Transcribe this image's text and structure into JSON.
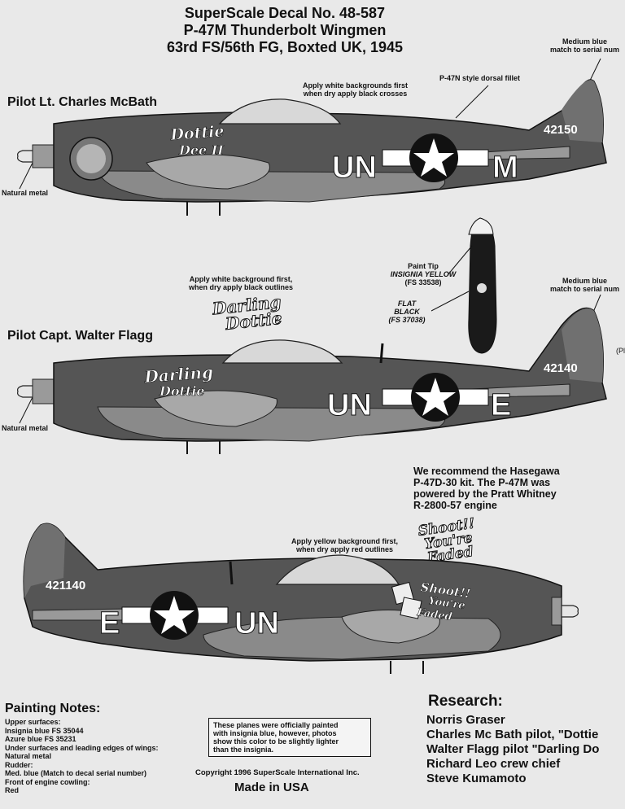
{
  "header": {
    "line1": "SuperScale Decal No. 48-587",
    "line2": "P-47M Thunderbolt   Wingmen",
    "line3": "63rd FS/56th FG, Boxted UK, 1945"
  },
  "profile1": {
    "pilot": "Pilot Lt. Charles McBath",
    "note_white": [
      "Apply white backgrounds first",
      "when dry apply black crosses"
    ],
    "note_fillet": "P-47N style dorsal fillet",
    "note_blue": [
      "Medium blue",
      "match to serial num"
    ],
    "note_metal": "Natural metal",
    "serial": "42150",
    "code": "UN",
    "letter": "M",
    "nose_art": [
      "Dottie",
      "Dee II"
    ]
  },
  "bomb": {
    "tip_note": [
      "Paint Tip",
      "INSIGNIA YELLOW",
      "(FS 33538)"
    ],
    "black_note": [
      "FLAT",
      "BLACK",
      "(FS 37038)"
    ]
  },
  "profile2": {
    "pilot": "Pilot Capt. Walter Flagg",
    "note_white": [
      "Apply white background first,",
      "when dry apply black outlines"
    ],
    "note_blue": [
      "Medium blue",
      "match to serial num"
    ],
    "note_metal": "Natural metal",
    "serial": "42140",
    "code": "UN",
    "letter": "E",
    "nose_art": [
      "Darling",
      "Dottie"
    ],
    "edge_text": "(Pl"
  },
  "recommend": [
    "We recommend the Hasegawa",
    "P-47D-30 kit. The P-47M was",
    "powered by the Pratt Whitney",
    "R-2800-57 engine"
  ],
  "profile3": {
    "note_yellow": [
      "Apply yellow background first,",
      "when dry apply red outlines"
    ],
    "serial": "421140",
    "code": "UN",
    "letter": "E",
    "nose_art": [
      "Shoot!!",
      "You're",
      "Faded"
    ]
  },
  "painting_notes": {
    "title": "Painting Notes:",
    "lines": [
      "Upper surfaces:",
      "Insignia blue  FS 35044",
      "Azure blue    FS 35231",
      "Under surfaces and leading edges of wings:",
      "Natural metal",
      "Rudder:",
      "Med. blue (Match to decal serial number)",
      "Front of engine cowling:",
      "Red"
    ]
  },
  "box_note": [
    "These planes were officially painted",
    "with insignia blue, however, photos",
    "show this color to be slightly lighter",
    "than the insignia."
  ],
  "copyright": "Copyright 1996 SuperScale International Inc.",
  "made_in": "Made in USA",
  "research": {
    "title": "Research:",
    "lines": [
      "Norris Graser",
      "Charles Mc Bath pilot, \"Dottie",
      "Walter Flagg pilot \"Darling Do",
      "Richard Leo crew chief",
      "Steve Kumamoto"
    ]
  }
}
